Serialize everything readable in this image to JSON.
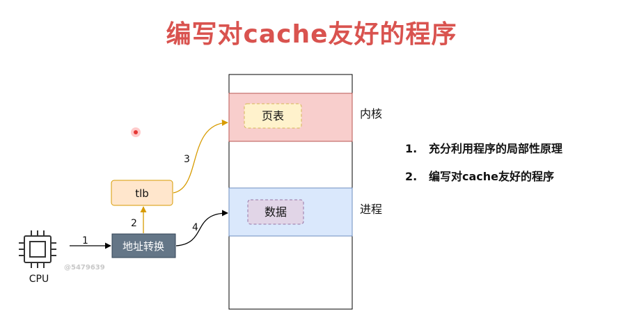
{
  "title": "编写对cache友好的程序",
  "cpu_label": "CPU",
  "watermark": "@5479639",
  "boxes": {
    "translate": "地址转换",
    "tlb": "tlb",
    "page_table": "页表",
    "data": "数据"
  },
  "regions": {
    "kernel": "内核",
    "process": "进程"
  },
  "arrows": {
    "step1": "1",
    "step2": "2",
    "step3": "3",
    "step4": "4"
  },
  "points": [
    {
      "num": "1.",
      "text": "充分利用程序的局部性原理"
    },
    {
      "num": "2.",
      "text": "编写对cache友好的程序"
    }
  ],
  "colors": {
    "title": "#d9534f",
    "kernel_fill": "#f8cecc",
    "kernel_stroke": "#b85450",
    "process_fill": "#dae8fc",
    "process_stroke": "#6c8ebf",
    "tlb_fill": "#ffe6cc",
    "tlb_stroke": "#d79b00",
    "translate_fill": "#647687",
    "arrow_orange": "#d79b00"
  }
}
